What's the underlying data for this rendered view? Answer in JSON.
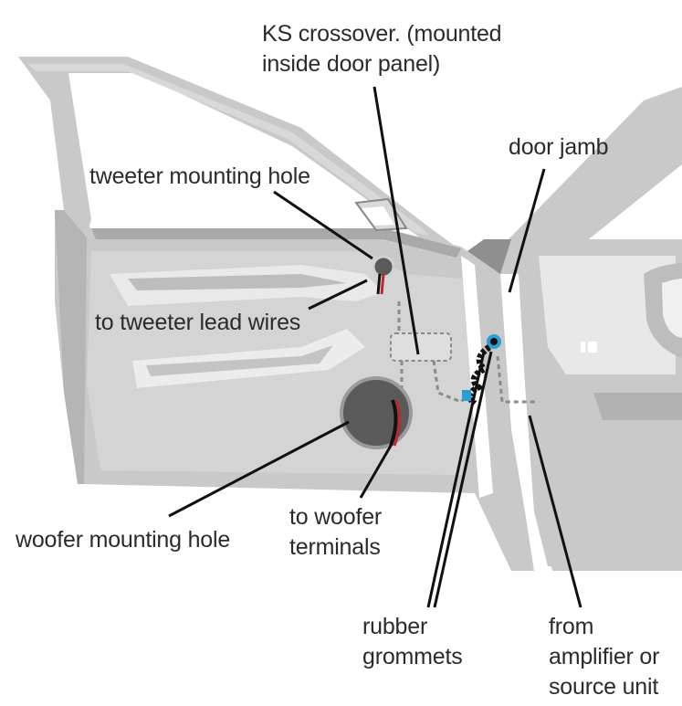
{
  "labels": {
    "crossover": {
      "line1": "KS crossover. (mounted",
      "line2": "inside door panel)"
    },
    "door_jamb": "door jamb",
    "tweeter_hole": "tweeter mounting hole",
    "tweeter_wires": "to tweeter lead wires",
    "woofer_hole": "woofer mounting hole",
    "woofer_terminals": {
      "line1": "to woofer",
      "line2": "terminals"
    },
    "grommets": {
      "line1": "rubber",
      "line2": "grommets"
    },
    "source": {
      "line1": "from",
      "line2": "amplifier or",
      "line3": "source unit"
    }
  },
  "colors": {
    "body_gray": "#c9c9c9",
    "panel_gray": "#b4b4b4",
    "dark_gray": "#8a8a8a",
    "woofer_fill": "#5a5a5a",
    "grommet_blue": "#2a9fd6",
    "wire_red": "#c0272d",
    "leader_line": "#111111"
  }
}
